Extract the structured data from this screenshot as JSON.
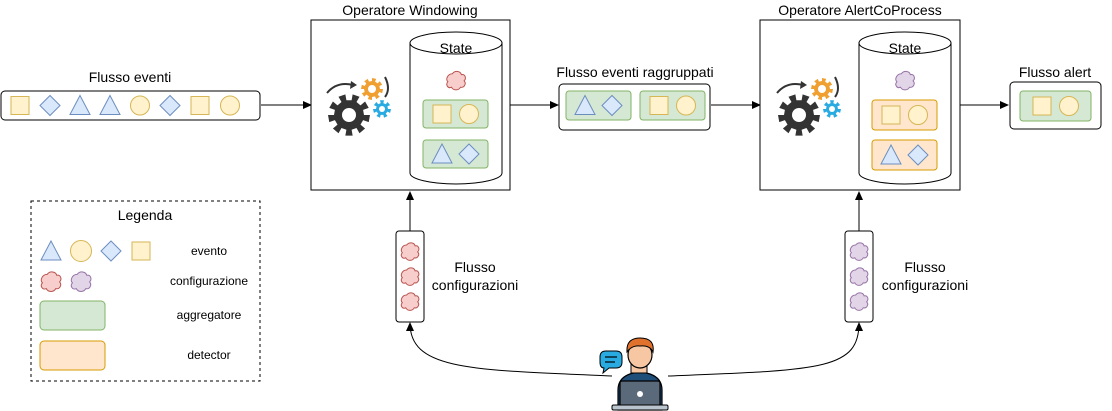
{
  "colors": {
    "event_blue_fill": "#dae8fc",
    "event_blue_stroke": "#6c8ebf",
    "event_yellow_fill": "#fff2cc",
    "event_yellow_stroke": "#d6b656",
    "aggregator_fill": "#d5e8d4",
    "aggregator_stroke": "#82b366",
    "detector_fill": "#ffe6cc",
    "detector_stroke": "#d79b00",
    "config_red_fill": "#f8cecc",
    "config_red_stroke": "#b85450",
    "config_purple_fill": "#e1d5e7",
    "config_purple_stroke": "#9673a6",
    "gear_dark": "#333333",
    "gear_orange": "#f0a030",
    "gear_blue": "#29abe2",
    "user_shirt": "#1f4e79"
  },
  "icons": {
    "gears": "gears-icon",
    "user": "user-laptop-icon",
    "chat": "chat-bubble-icon",
    "cloud": "cloud-icon"
  },
  "input_stream": {
    "title": "Flusso eventi",
    "events": [
      "square",
      "diamond",
      "triangle",
      "triangle",
      "circle",
      "diamond",
      "square",
      "circle"
    ]
  },
  "windowing_operator": {
    "title": "Operatore Windowing",
    "state_label": "State",
    "config_color": "red",
    "groups": [
      {
        "kind": "aggregator",
        "events": [
          "square",
          "circle"
        ]
      },
      {
        "kind": "aggregator",
        "events": [
          "triangle",
          "diamond"
        ]
      }
    ]
  },
  "grouped_stream": {
    "title": "Flusso eventi raggruppati",
    "groups": [
      {
        "kind": "aggregator",
        "events": [
          "triangle",
          "diamond"
        ]
      },
      {
        "kind": "aggregator",
        "events": [
          "square",
          "circle"
        ]
      }
    ]
  },
  "alert_operator": {
    "title": "Operatore AlertCoProcess",
    "state_label": "State",
    "config_color": "purple",
    "groups": [
      {
        "kind": "detector",
        "events": [
          "square",
          "circle"
        ]
      },
      {
        "kind": "detector",
        "events": [
          "triangle",
          "diamond"
        ]
      }
    ]
  },
  "alert_stream": {
    "title": "Flusso alert",
    "groups": [
      {
        "kind": "aggregator",
        "events": [
          "square",
          "circle"
        ]
      }
    ]
  },
  "config_streams": [
    {
      "label_line1": "Flusso",
      "label_line2": "configurazioni",
      "color": "red",
      "count": 3
    },
    {
      "label_line1": "Flusso",
      "label_line2": "configurazioni",
      "color": "purple",
      "count": 3
    }
  ],
  "legend": {
    "title": "Legenda",
    "entries": [
      {
        "key": "event",
        "label": "evento"
      },
      {
        "key": "config",
        "label": "configurazione"
      },
      {
        "key": "aggregator",
        "label": "aggregatore"
      },
      {
        "key": "detector",
        "label": "detector"
      }
    ]
  }
}
